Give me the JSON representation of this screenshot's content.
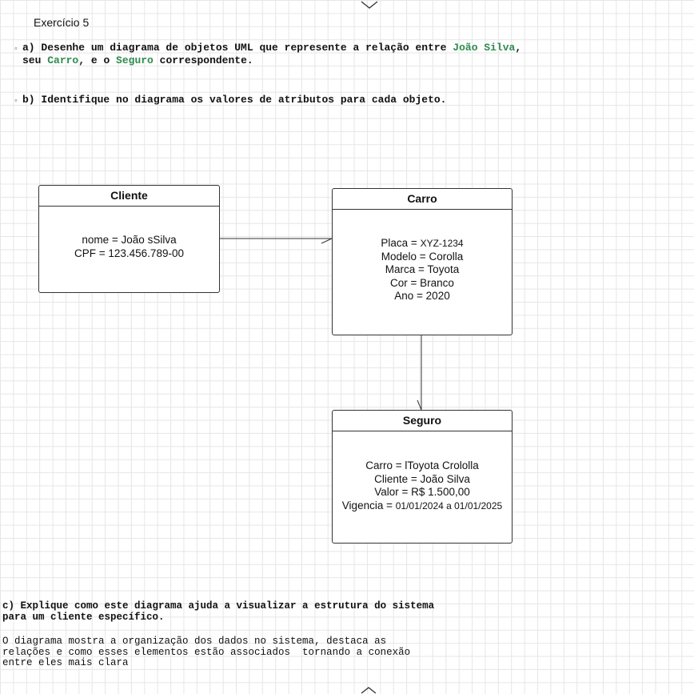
{
  "title": "Exercício 5",
  "question_a": {
    "p1": "a) Desenhe um diagrama de objetos UML que represente a relação entre ",
    "name": "João Silva",
    "p2": ",",
    "p3": "seu ",
    "carro": "Carro",
    "p4": ", e o ",
    "seguro": "Seguro",
    "p5": " correspondente."
  },
  "question_b": "b) Identifique no diagrama os valores de atributos para cada objeto.",
  "cliente": {
    "title": "Cliente",
    "attrs": [
      "nome = João sSilva",
      "CPF = 123.456.789-00"
    ]
  },
  "carro": {
    "title": "Carro",
    "placa_label": "Placa = ",
    "placa_value": "XYZ-1234",
    "attrs": [
      "Modelo = Corolla",
      "Marca = Toyota",
      "Cor = Branco",
      "Ano = 2020"
    ]
  },
  "seguro": {
    "title": "Seguro",
    "attrs": [
      "Carro = lToyota Crololla",
      "Cliente = João Silva",
      "Valor =  R$ 1.500,00"
    ],
    "vigencia_label": "Vigencia = ",
    "vigencia_value": "01/01/2024 a 01/01/2025"
  },
  "question_c": {
    "line1": "c) Explique como este diagrama ajuda a visualizar a estrutura do sistema",
    "line2": "para um cliente específico."
  },
  "answer_c": {
    "line1": "O diagrama mostra a organização dos dados no sistema, destaca as",
    "line2": "relações e como esses elementos estão associados  tornando a conexão",
    "line3": "entre eles mais clara"
  }
}
